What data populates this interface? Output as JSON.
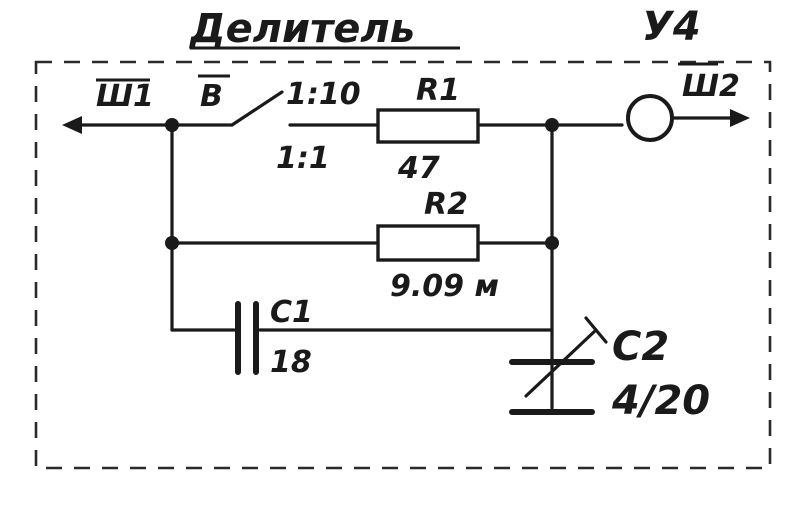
{
  "title": "Делитель",
  "block_id": "У4",
  "switch_name": "В",
  "switch_pos_a": "1:10",
  "switch_pos_b": "1:1",
  "input_connector": "Ш1",
  "output_connector": "Ш2",
  "r1": {
    "name": "R1",
    "value": "47"
  },
  "r2": {
    "name": "R2",
    "value": "9.09 м"
  },
  "c1": {
    "name": "C1",
    "value": "18"
  },
  "c2": {
    "name": "C2",
    "value": "4/20"
  }
}
